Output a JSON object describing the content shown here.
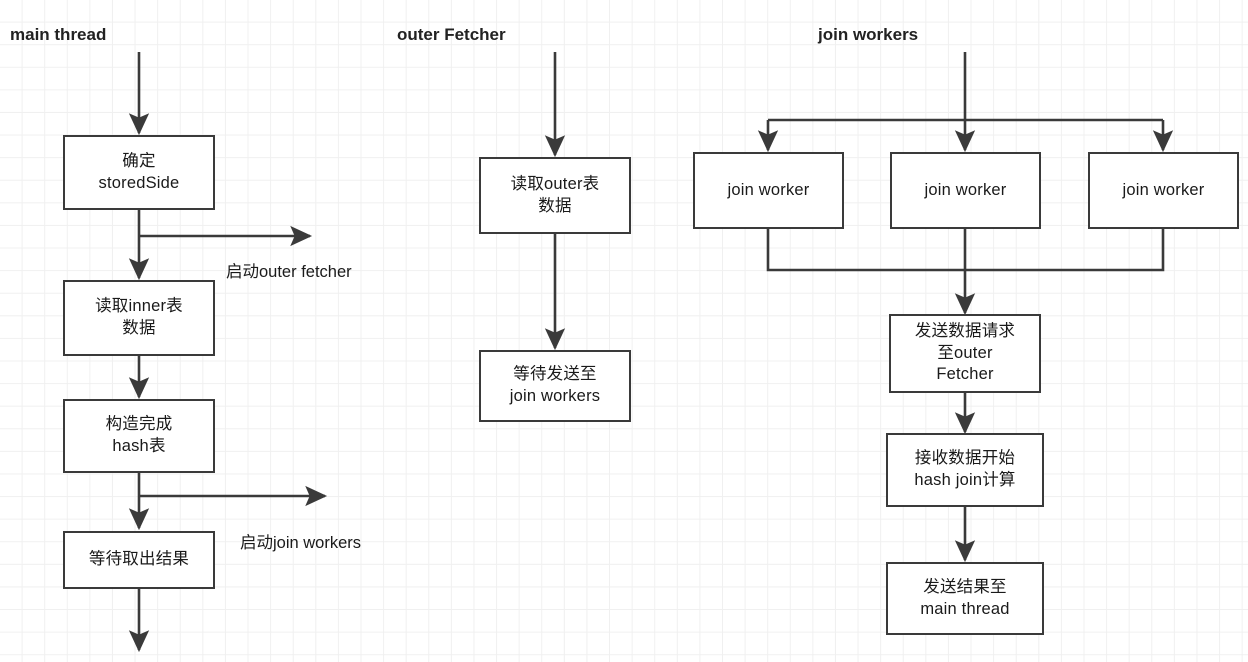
{
  "diagram": {
    "title_bar_titles": [
      "main thread",
      "outer Fetcher",
      "join workers"
    ],
    "colors": {
      "background": "#ffffff",
      "grid_line": "#f0f0f0",
      "node_border": "#3a3a3a",
      "node_fill": "#ffffff",
      "connector": "#3a3a3a",
      "text": "#1a1a1a",
      "title_text": "#222222"
    },
    "lanes": [
      {
        "id": "main-thread",
        "label": "main thread"
      },
      {
        "id": "outer-fetcher",
        "label": "outer Fetcher"
      },
      {
        "id": "join-workers",
        "label": "join workers"
      }
    ],
    "nodes": {
      "main_determine_stored_side": "确定\nstoredSide",
      "main_read_inner": "读取inner表\n数据",
      "main_build_hash": "构造完成\nhash表",
      "main_wait_result": "等待取出结果",
      "outer_read_outer": "读取outer表\n数据",
      "outer_wait_send": "等待发送至\njoin workers",
      "worker_1": "join worker",
      "worker_2": "join worker",
      "worker_3": "join worker",
      "worker_send_request": "发送数据请求\n至outer\nFetcher",
      "worker_receive_compute": "接收数据开始\nhash join计算",
      "worker_send_result": "发送结果至\nmain thread"
    },
    "edge_labels": {
      "start_outer_fetcher": "启动outer fetcher",
      "start_join_workers": "启动join workers"
    }
  }
}
